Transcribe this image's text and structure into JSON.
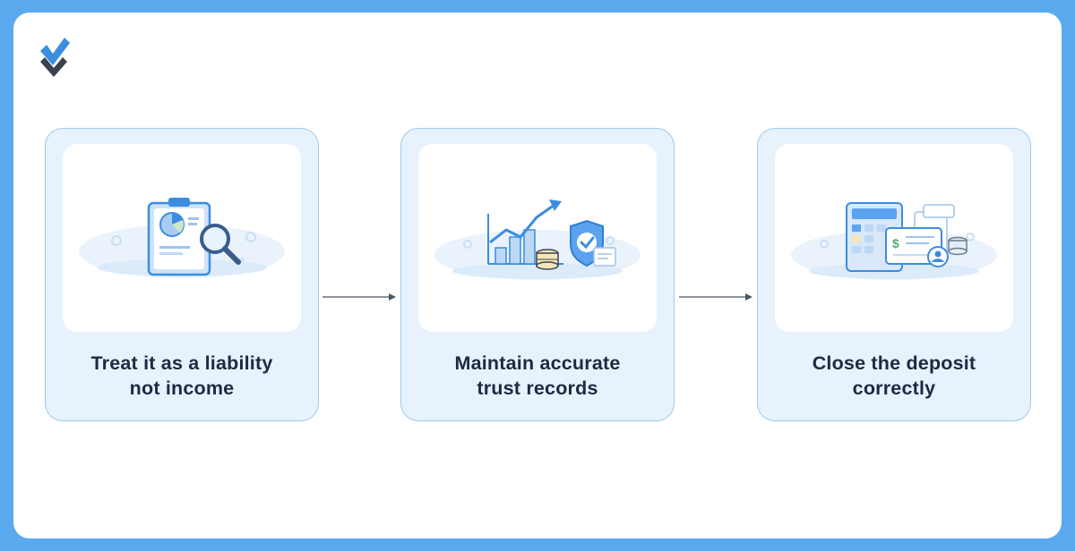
{
  "brand": {
    "logo": "x-check-logo"
  },
  "steps": [
    {
      "line1": "Treat it as a liability",
      "line2": "not income",
      "icon": "clipboard-chart-magnifier-illustration"
    },
    {
      "line1": "Maintain accurate",
      "line2": "trust records",
      "icon": "growth-chart-shield-coins-illustration"
    },
    {
      "line1": "Close the deposit",
      "line2": "correctly",
      "icon": "calculator-documents-receipt-illustration"
    }
  ],
  "colors": {
    "background": "#5aa9ef",
    "card_fill": "#e7f2fc",
    "card_border": "#9ccaf1",
    "accent": "#3b8de0",
    "text": "#1c2a44"
  }
}
